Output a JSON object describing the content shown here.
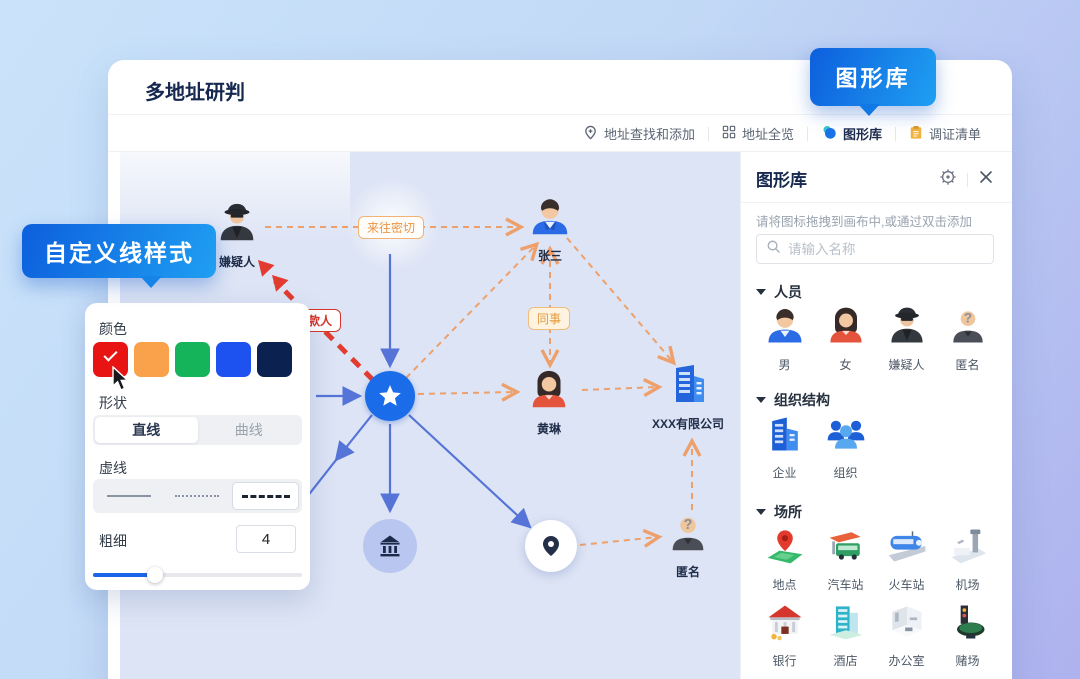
{
  "window": {
    "title": "多地址研判"
  },
  "toolbar": {
    "items": [
      {
        "label": "地址查找和添加",
        "icon": "location-add-icon"
      },
      {
        "label": "地址全览",
        "icon": "grid-overview-icon"
      },
      {
        "label": "图形库",
        "icon": "shapes-library-icon"
      },
      {
        "label": "调证清单",
        "icon": "evidence-list-icon"
      }
    ]
  },
  "callouts": {
    "line_style": "自定义线样式",
    "library": "图形库"
  },
  "line_style_popup": {
    "color_label": "颜色",
    "colors": [
      "#e81414",
      "#f9a14b",
      "#16b45a",
      "#1d51f0",
      "#0b2150"
    ],
    "selected_color": "#e81414",
    "shape_label": "形状",
    "shape_options": {
      "0": "直线",
      "1": "曲线"
    },
    "selected_shape": "直线",
    "dash_label": "虚线",
    "dash_options": [
      "solid",
      "dotted",
      "dashed"
    ],
    "selected_dash": "dashed",
    "weight_label": "粗细",
    "weight_value": "4"
  },
  "library_panel": {
    "title": "图形库",
    "hint": "请将图标拖拽到画布中,或通过双击添加",
    "search_placeholder": "请输入名称",
    "sections": [
      {
        "title": "人员",
        "items": [
          {
            "label": "男"
          },
          {
            "label": "女"
          },
          {
            "label": "嫌疑人"
          },
          {
            "label": "匿名"
          }
        ]
      },
      {
        "title": "组织结构",
        "items": [
          {
            "label": "企业"
          },
          {
            "label": "组织"
          }
        ]
      },
      {
        "title": "场所",
        "items": [
          {
            "label": "地点"
          },
          {
            "label": "汽车站"
          },
          {
            "label": "火车站"
          },
          {
            "label": "机场"
          },
          {
            "label": "银行"
          },
          {
            "label": "酒店"
          },
          {
            "label": "办公室"
          },
          {
            "label": "赌场"
          }
        ]
      }
    ]
  },
  "graph": {
    "nodes": {
      "suspect": {
        "label": "嫌疑人"
      },
      "zhangsan": {
        "label": "张三"
      },
      "huanglin": {
        "label": "黄琳"
      },
      "company": {
        "label": "XXX有限公司"
      },
      "anonymous": {
        "label": "匿名"
      }
    },
    "edge_labels": {
      "close_contact": "来往密切",
      "colleague": "同事",
      "payee": "款人"
    },
    "edge_colors": {
      "relation": "#eda06b",
      "structure": "#5673d8",
      "custom": "#e23c30"
    }
  }
}
